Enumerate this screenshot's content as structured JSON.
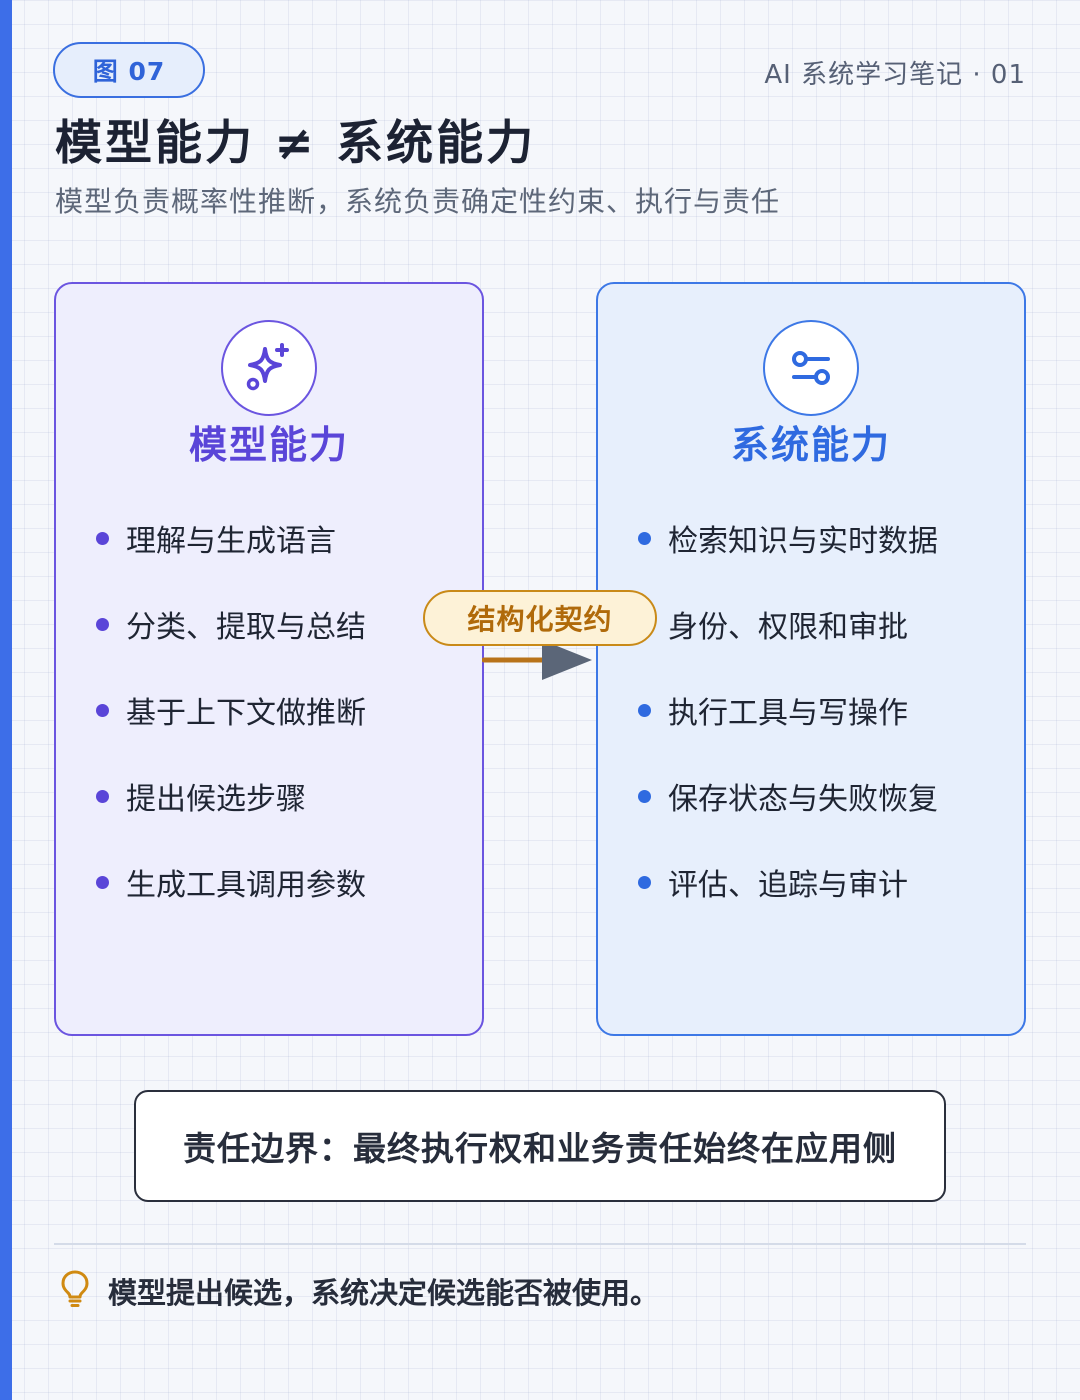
{
  "header": {
    "figure_badge": "图 07",
    "series": "AI 系统学习笔记 · 01",
    "title": "模型能力 ≠ 系统能力",
    "subtitle": "模型负责概率性推断，系统负责确定性约束、执行与责任"
  },
  "model_card": {
    "icon": "sparkles-icon",
    "title": "模型能力",
    "items": [
      "理解与生成语言",
      "分类、提取与总结",
      "基于上下文做推断",
      "提出候选步骤",
      "生成工具调用参数"
    ]
  },
  "system_card": {
    "icon": "sliders-icon",
    "title": "系统能力",
    "items": [
      "检索知识与实时数据",
      "身份、权限和审批",
      "执行工具与写操作",
      "保存状态与失败恢复",
      "评估、追踪与审计"
    ]
  },
  "connector": {
    "label": "结构化契约",
    "icon": "arrow-right-icon"
  },
  "boundary": {
    "text": "责任边界：最终执行权和业务责任始终在应用侧"
  },
  "footer": {
    "icon": "lightbulb-icon",
    "text": "模型提出候选，系统决定候选能否被使用。"
  },
  "colors": {
    "accent_blue": "#3d6ee8",
    "model_purple": "#5a45d8",
    "system_blue": "#2f6ae0",
    "contract_orange": "#c98a18"
  }
}
